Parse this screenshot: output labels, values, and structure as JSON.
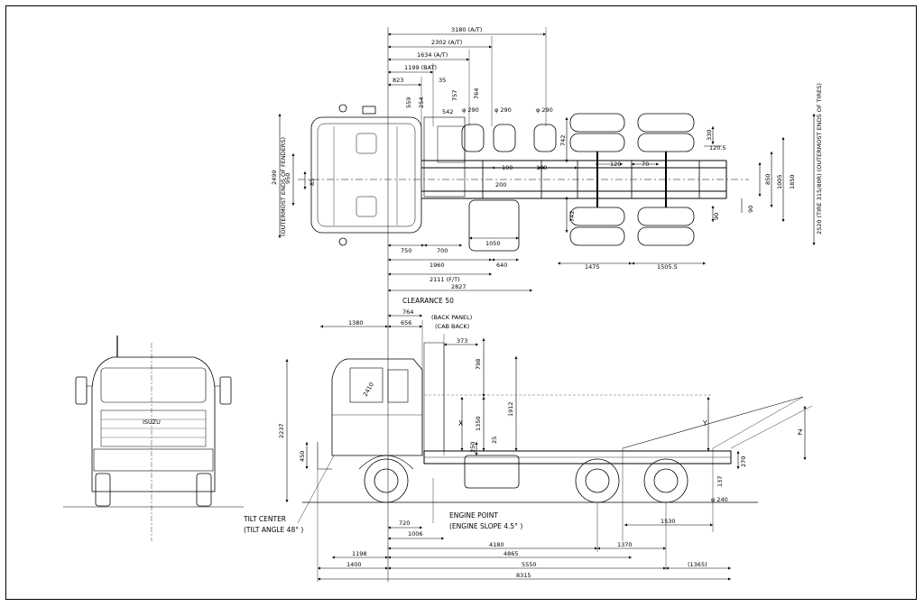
{
  "plan_dims": {
    "d3180": "3180 (A/T)",
    "d2302": "2302 (A/T)",
    "d1634": "1634 (A/T)",
    "d1199": "1199 (BAT)",
    "d823": "823",
    "d35": "35",
    "d559": "559",
    "d254": "254",
    "d757": "757",
    "d764v": "764",
    "d542": "542",
    "dphi290a": "φ 290",
    "dphi290b": "φ 290",
    "dphi290c": "φ 290",
    "d742a": "742",
    "d742b": "742",
    "d330": "330",
    "d120_5": "120.5",
    "d100a": "100",
    "d100b": "100",
    "d120": "120",
    "d70": "70",
    "d200": "200",
    "d850": "850",
    "d1005": "1005",
    "d1850": "1850",
    "d90a": "90",
    "d90b": "90",
    "d750": "750",
    "d700": "700",
    "d1050": "1050",
    "d1960": "1960",
    "d640": "640",
    "d2111": "2111 (F/T)",
    "d1475": "1475",
    "d1505": "1505.5",
    "d2827": "2827",
    "d2490": "2490",
    "d950": "950",
    "d85": "85",
    "fenders": "(OUTERMOST ENDS OF FENDERS)",
    "tires": "2520 (TIRE 315/80R) (OUTERMOST ENDS OF TIRES)"
  },
  "side_dims": {
    "clearance": "CLEARANCE 50",
    "d764": "764",
    "d1380": "1380",
    "d656": "656",
    "back_panel": "(BACK PANEL)",
    "cab_back": "(CAB BACK)",
    "d373": "373",
    "d798": "798",
    "d2410": "2410",
    "d1350": "1350",
    "d1912": "1912",
    "d2237": "2237",
    "x": "X",
    "y": "Y",
    "z": "Z",
    "d250": "250",
    "d25": "25",
    "d450": "450",
    "d270": "270",
    "d137": "137",
    "dphi240": "φ 240",
    "d720": "720",
    "d1006": "1006",
    "tilt_center": "TILT CENTER",
    "tilt_angle": "(TILT ANGLE 48° )",
    "engine_point": "ENGINE POINT",
    "engine_slope": "(ENGINE SLOPE 4.5° )",
    "d1530": "1530",
    "d4180": "4180",
    "d1370": "1370",
    "d1198": "1198",
    "d4865": "4865",
    "d1400": "1400",
    "d5550": "5550",
    "d1365": "(1365)",
    "d8315": "8315"
  },
  "front_view": {
    "brand": "ISUZU"
  }
}
